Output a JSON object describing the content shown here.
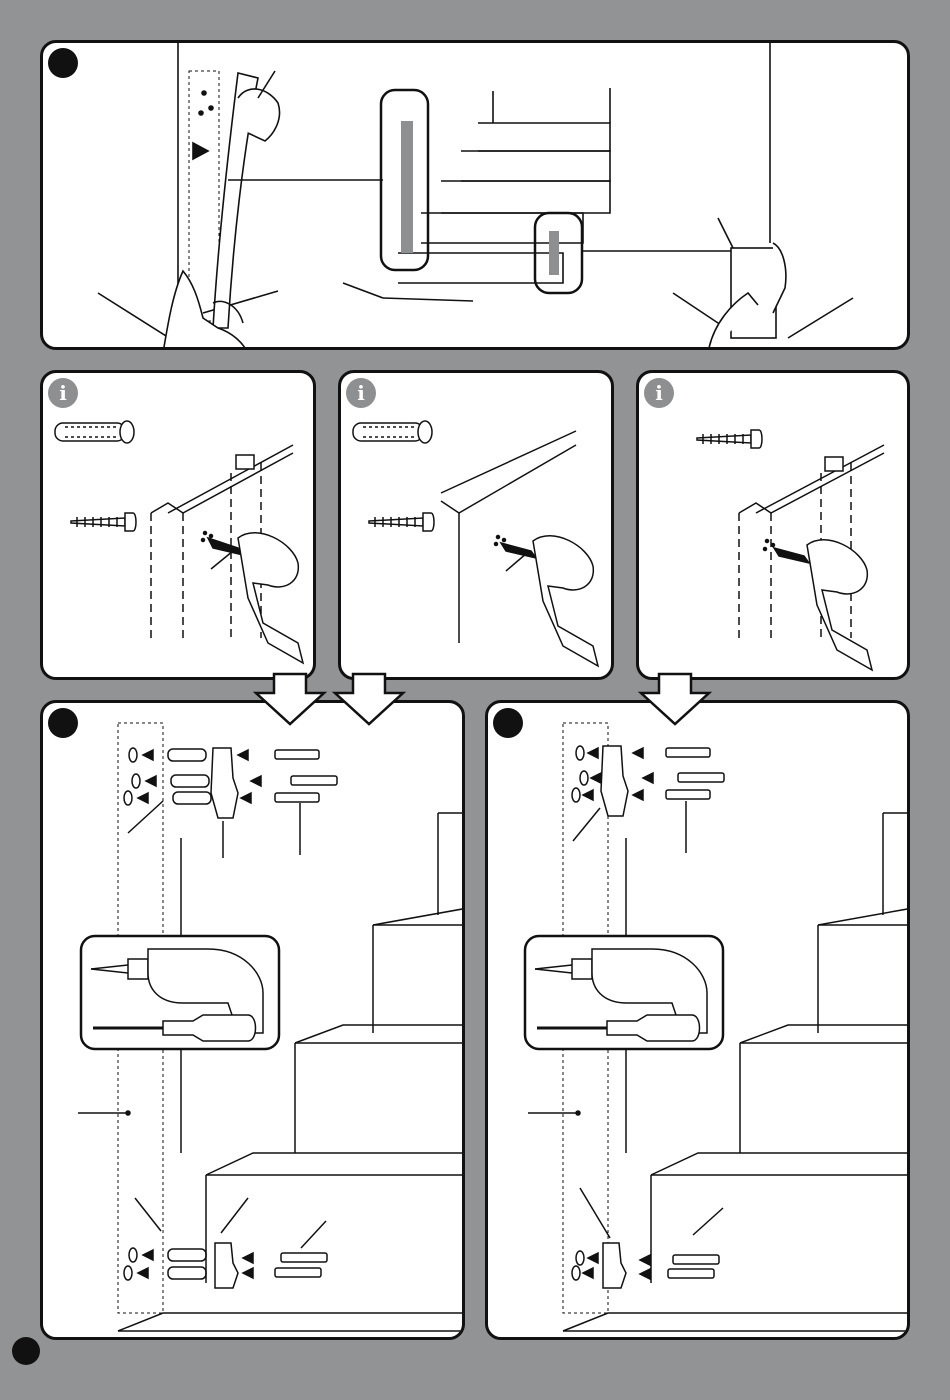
{
  "document": {
    "type": "installation-instructions",
    "colors": {
      "page_bg": "#919395",
      "panel_bg": "#ffffff",
      "ink": "#111111",
      "highlight": "#8e8f91"
    }
  },
  "panels": {
    "measure": {
      "step_marker": "filled-circle"
    },
    "info_drill_masonry": {
      "badge": "i",
      "icons": [
        "wall-plug-icon",
        "screw-icon",
        "drill-icon"
      ]
    },
    "info_drill_plaster": {
      "badge": "i",
      "icons": [
        "wall-plug-icon",
        "screw-icon",
        "drill-icon"
      ]
    },
    "info_drill_wood": {
      "badge": "i",
      "icons": [
        "screw-icon",
        "drill-icon"
      ]
    },
    "mount_with_plugs": {
      "step_marker": "filled-circle",
      "tools": [
        "drill-icon",
        "screwdriver-icon"
      ]
    },
    "mount_without_plugs": {
      "step_marker": "filled-circle",
      "tools": [
        "drill-icon",
        "screwdriver-icon"
      ]
    }
  }
}
